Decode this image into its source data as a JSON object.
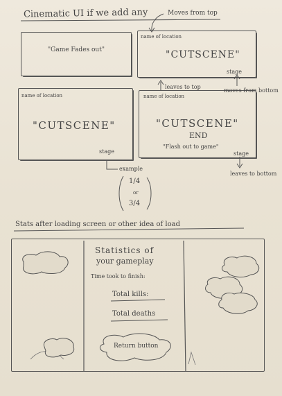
{
  "page_title": "Cinematic UI if we add any",
  "top_note": "Moves from top",
  "panels": {
    "p1": {
      "text": "\"Game Fades out\""
    },
    "p2": {
      "corner": "name of location",
      "text": "\"CUTSCENE\"",
      "stage": "stage"
    },
    "p3": {
      "corner": "name of location",
      "text": "\"CUTSCENE\"",
      "stage": "stage"
    },
    "p4": {
      "corner": "name of location",
      "text": "\"CUTSCENE\"",
      "end": "END",
      "sub": "\"Flash out to game\"",
      "stage": "stage"
    }
  },
  "notes": {
    "leaves_to_top": "leaves to top",
    "moves_from_bottom": "moves from bottom",
    "leaves_to_bottom": "leaves to bottom",
    "example": "example",
    "frac_1": "1/4",
    "frac_or": "or",
    "frac_2": "3/4"
  },
  "stats_title": "Stats after loading screen or other idea of load",
  "stats_screen": {
    "heading_1": "Statistics of",
    "heading_2": "your gameplay",
    "time": "Time took to finish:",
    "kills": "Total kills:",
    "deaths": "Total deaths",
    "return": "Return button"
  }
}
